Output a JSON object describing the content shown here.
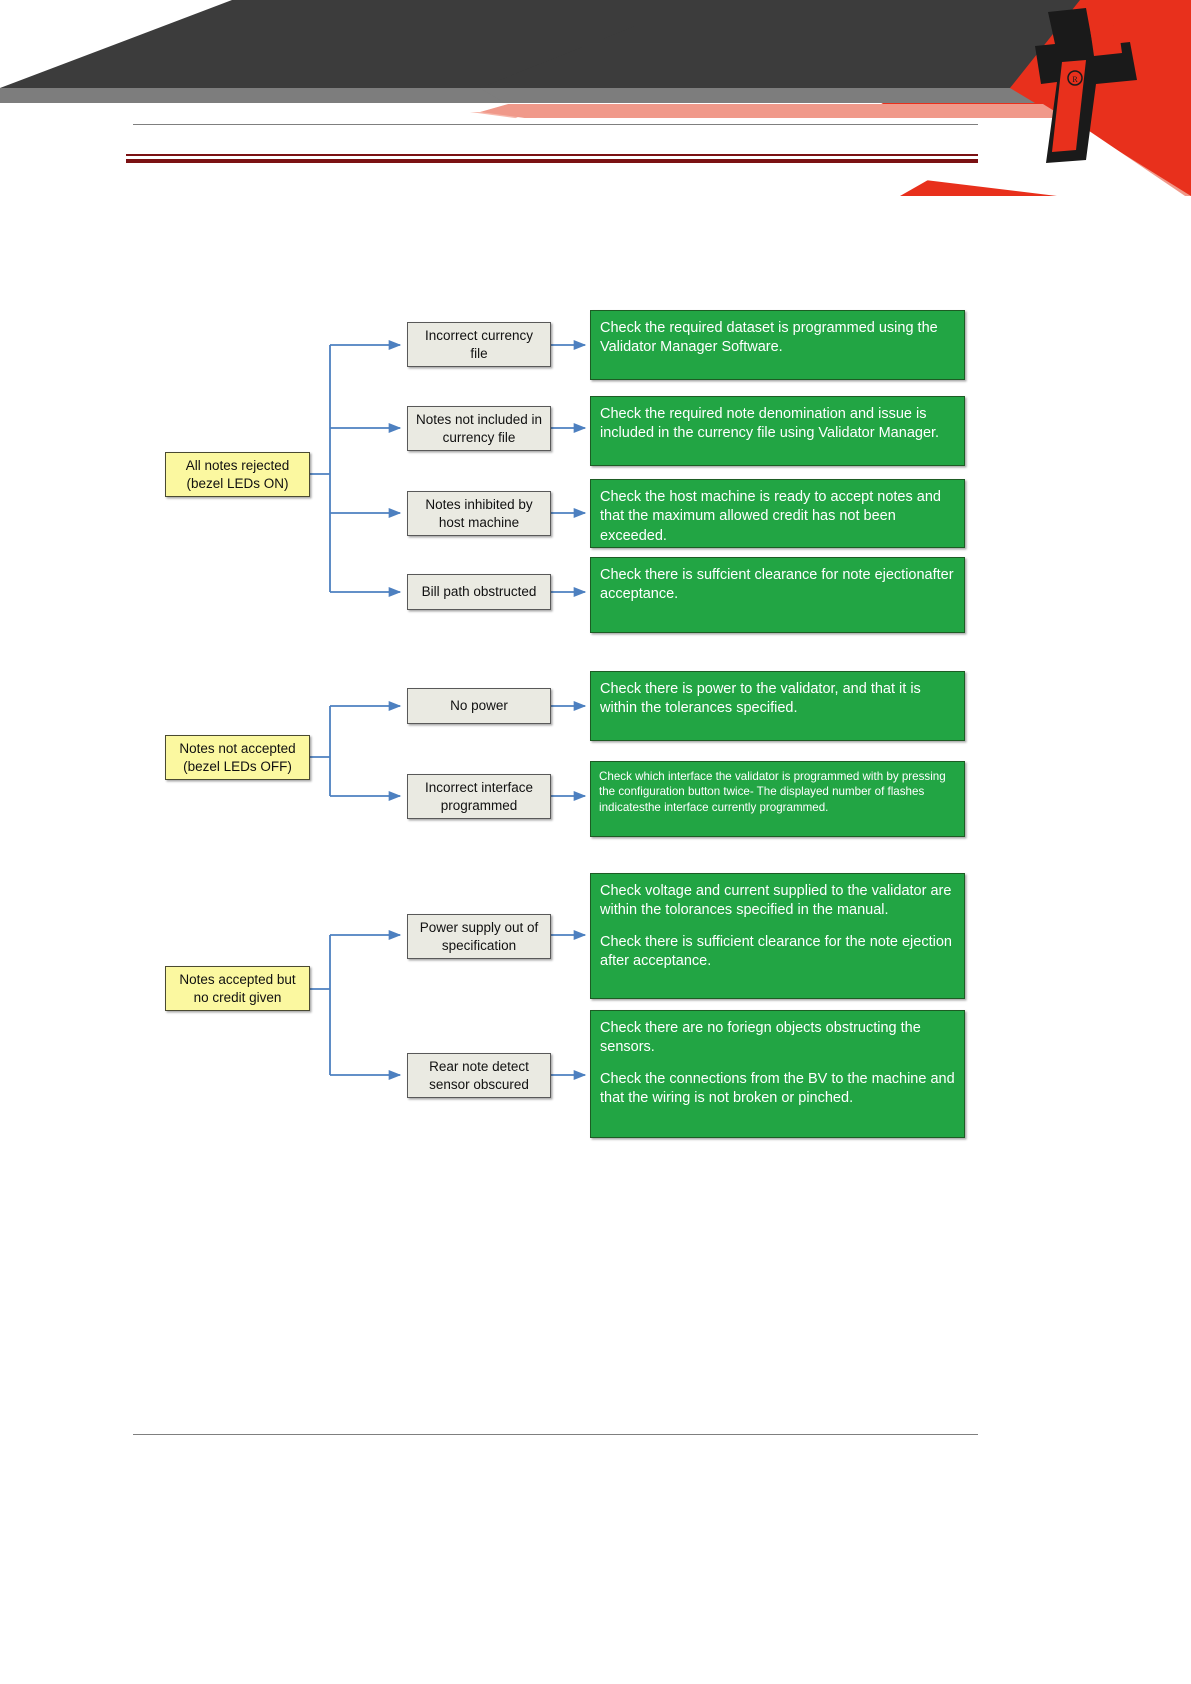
{
  "page": {
    "brand_colors": {
      "red": "#e8301c",
      "dark_grey": "#3c3c3c",
      "mid_grey": "#7d7d7d",
      "rule_dark_red": "#7b1113",
      "node_problem_fill": "#fbf8a0",
      "node_cause_fill": "#eaeae2",
      "node_action_fill": "#22a544"
    },
    "logo_icon": "t-mark-logo"
  },
  "chart_data": {
    "type": "diagram",
    "title": "",
    "groups": [
      {
        "problem": "All notes rejected\n(bezel LEDs ON)",
        "problem_line1": "All notes rejected",
        "problem_line2": "(bezel LEDs ON)",
        "branches": [
          {
            "cause_line1": "Incorrect currency",
            "cause_line2": "file",
            "actions": [
              "Check the required dataset is programmed using the Validator Manager Software."
            ]
          },
          {
            "cause_line1": "Notes not included in",
            "cause_line2": "currency file",
            "actions": [
              "Check the required note denomination and issue is included in the currency file using Validator Manager."
            ]
          },
          {
            "cause_line1": "Notes inhibited by",
            "cause_line2": "host machine",
            "actions": [
              "Check the host machine is ready to accept notes and that the maximum allowed credit has not been exceeded."
            ]
          },
          {
            "cause_line1": "Bill path obstructed",
            "cause_line2": "",
            "actions": [
              "Check there is suffcient clearance for note ejectionafter acceptance."
            ]
          }
        ]
      },
      {
        "problem": "Notes not accepted\n(bezel LEDs OFF)",
        "problem_line1": "Notes not accepted",
        "problem_line2": "(bezel LEDs OFF)",
        "branches": [
          {
            "cause_line1": "No power",
            "cause_line2": "",
            "actions": [
              "Check there is power to the validator, and that it is within the tolerances specified."
            ]
          },
          {
            "cause_line1": "Incorrect interface",
            "cause_line2": "programmed",
            "actions": [
              "Check which interface the validator is programmed with by pressing the configuration button twice- The displayed number of flashes indicatesthe interface currently programmed."
            ]
          }
        ]
      },
      {
        "problem": "Notes accepted but\nno credit given",
        "problem_line1": "Notes accepted but",
        "problem_line2": "no credit given",
        "branches": [
          {
            "cause_line1": "Power supply out of",
            "cause_line2": "specification",
            "actions": [
              "Check voltage and current supplied to the validator are within the tolorances specified in the manual.",
              "Check there is sufficient clearance for the note ejection after acceptance."
            ]
          },
          {
            "cause_line1": "Rear note detect",
            "cause_line2": "sensor obscured",
            "actions": [
              "Check there are no foriegn objects obstructing the sensors.",
              "Check the connections from the BV to the machine and that the wiring is not broken or pinched."
            ]
          }
        ]
      }
    ]
  }
}
